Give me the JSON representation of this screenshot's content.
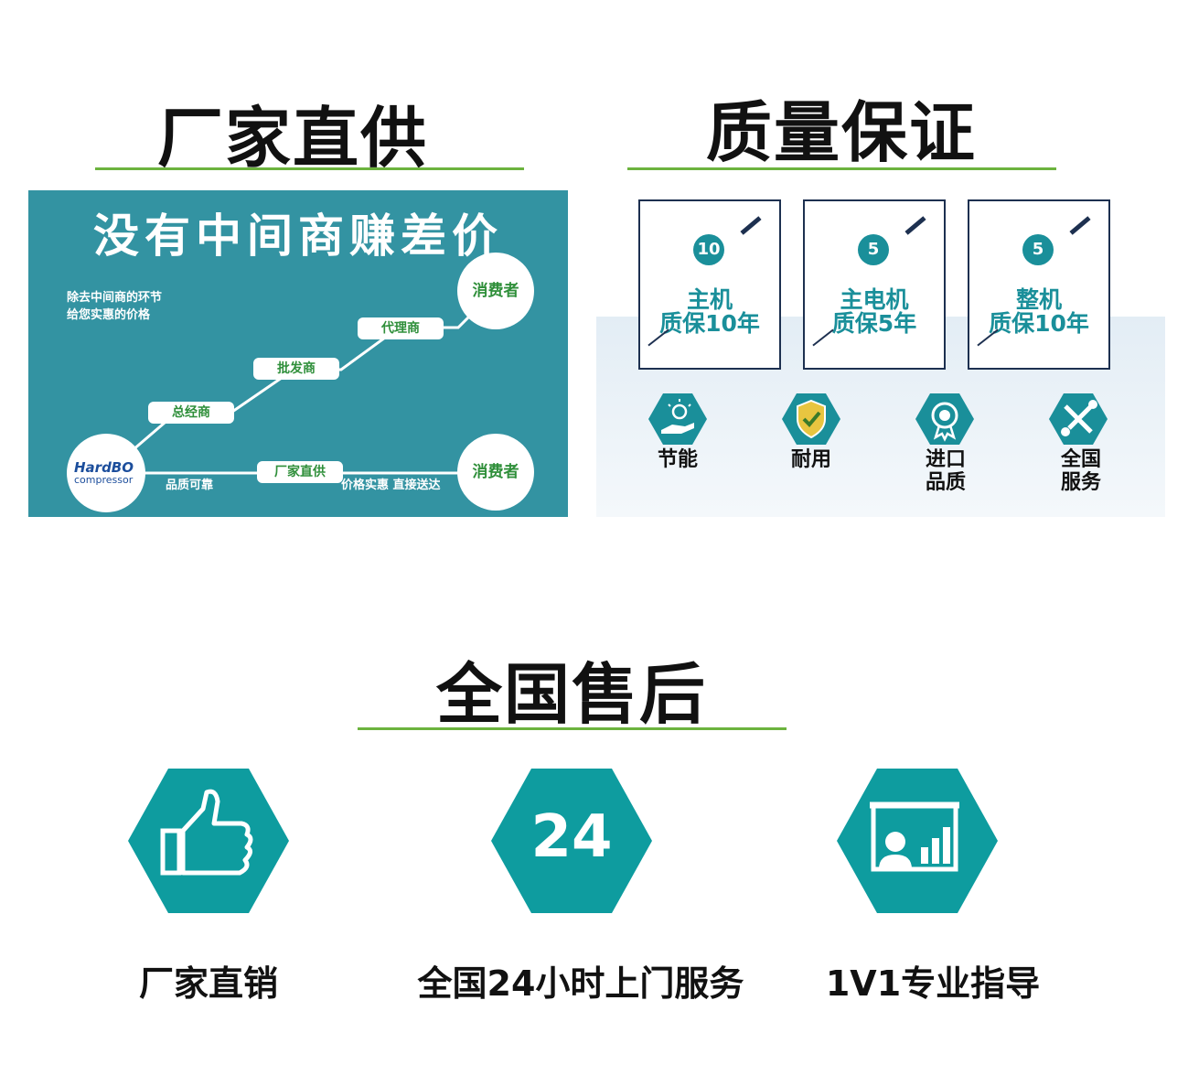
{
  "sections": {
    "factory_direct": {
      "title": "厂家直供"
    },
    "quality": {
      "title": "质量保证"
    },
    "aftersale": {
      "title": "全国售后"
    }
  },
  "left_panel": {
    "headline": "没有中间商赚差价",
    "subtext_line1": "除去中间商的环节",
    "subtext_line2": "给您实惠的价格",
    "chips": [
      "总经商",
      "批发商",
      "代理商",
      "厂家直供"
    ],
    "consumer_top": "消费者",
    "consumer_bottom": "消费者",
    "logo_line1": "HardBO",
    "logo_line2": "compressor",
    "label_quality": "品质可靠",
    "label_price": "价格实惠 直接送达",
    "colors": {
      "background": "#3393a2",
      "chip_text": "#2f8f3a"
    }
  },
  "right_panel": {
    "cards": [
      {
        "num": "10",
        "line1": "主机",
        "line2": "质保10年"
      },
      {
        "num": "5",
        "line1": "主电机",
        "line2": "质保5年"
      },
      {
        "num": "5",
        "line1": "整机",
        "line2": "质保10年"
      }
    ],
    "features": [
      {
        "icon": "energy-saving-icon",
        "line1": "节能",
        "line2": ""
      },
      {
        "icon": "durable-shield-icon",
        "line1": "耐用",
        "line2": ""
      },
      {
        "icon": "certificate-badge-icon",
        "line1": "进口",
        "line2": "品质"
      },
      {
        "icon": "wrench-screwdriver-icon",
        "line1": "全国",
        "line2": "服务"
      }
    ],
    "colors": {
      "accent": "#1a8f9a",
      "border": "#1d3050"
    }
  },
  "bottom": {
    "items": [
      {
        "icon": "thumbs-up-icon",
        "label": "厂家直销"
      },
      {
        "icon": "24-hours-icon",
        "icon_text": "24",
        "label": "全国24小时上门服务"
      },
      {
        "icon": "presentation-guide-icon",
        "label": "1V1专业指导"
      }
    ],
    "colors": {
      "hex": "#0e9c9f",
      "line": "#6cb33e"
    }
  }
}
